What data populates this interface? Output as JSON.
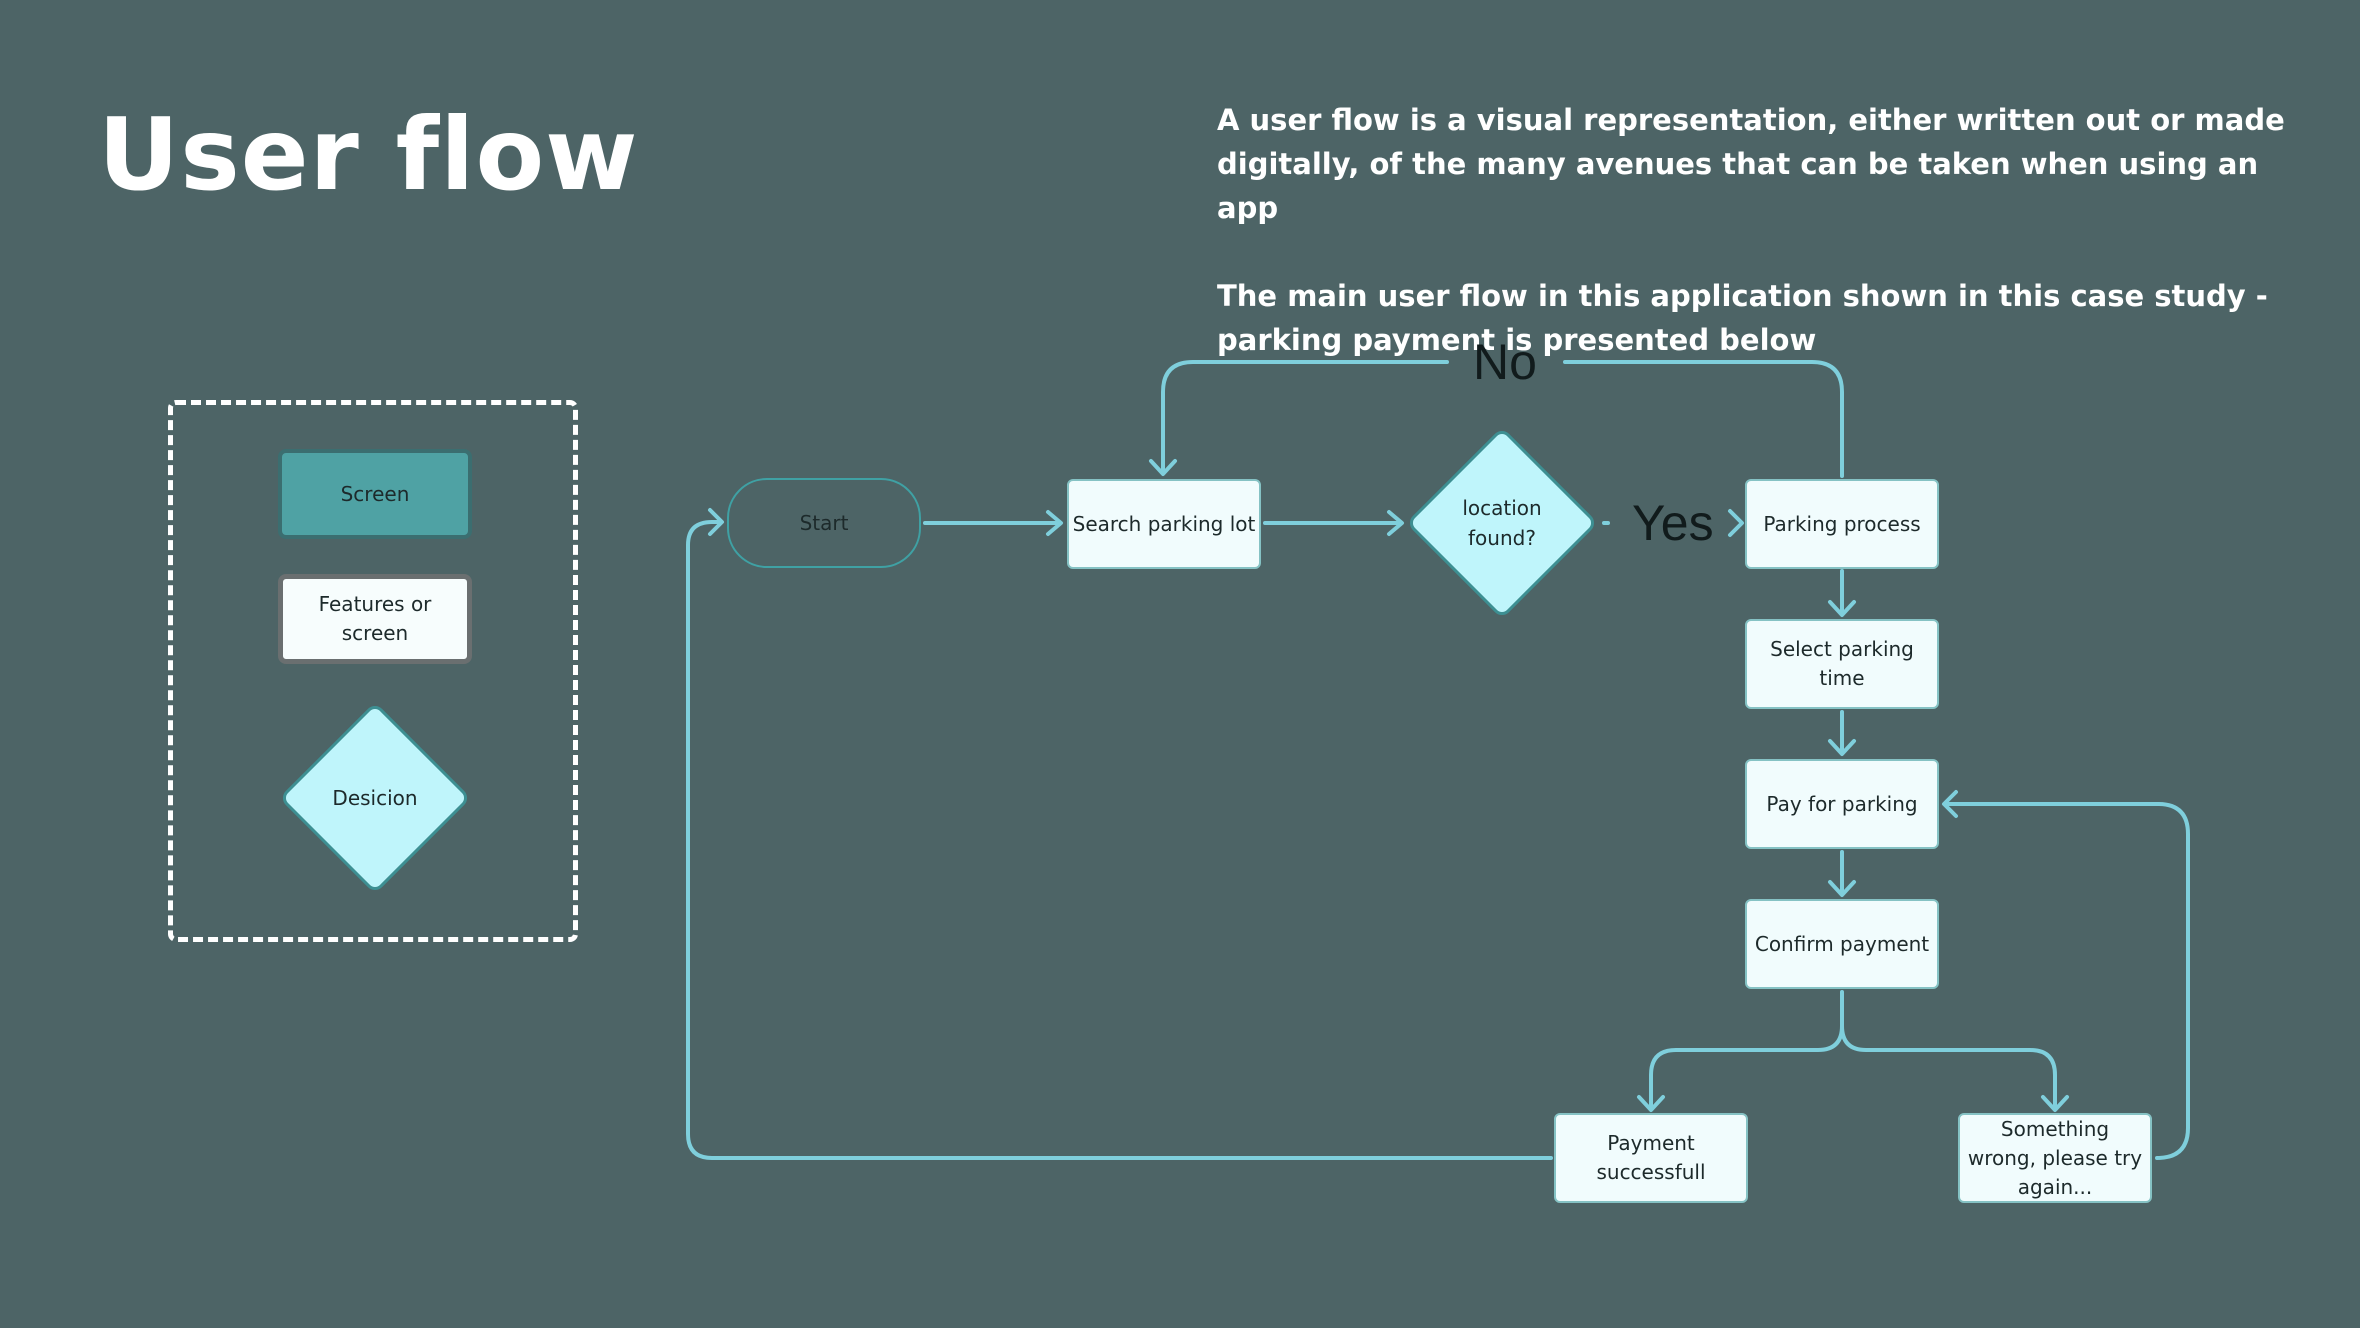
{
  "header": {
    "title": "User flow",
    "intro_1": "A user flow is a visual representation, either written out or made digitally, of the many avenues that can be taken when using an app",
    "intro_2": "The main user flow in this application shown in this case study - parking payment is presented below"
  },
  "legend": {
    "screen": "Screen",
    "feature": "Features or screen",
    "decision": "Desicion"
  },
  "flow": {
    "start": "Start",
    "search": "Search parking lot",
    "decision": "location found?",
    "no_label": "No",
    "yes_label": "Yes",
    "parking_process": "Parking process",
    "select_time": "Select parking time",
    "pay": "Pay for parking",
    "confirm": "Confirm payment",
    "success": "Payment successfull",
    "error": "Something wrong, please try again..."
  },
  "colors": {
    "background": "#4d6466",
    "connector": "#7fcfdc",
    "node_fill": "#f1fcfd",
    "decision_fill": "#bff5fb",
    "legend_screen_fill": "#4fa2a4"
  }
}
